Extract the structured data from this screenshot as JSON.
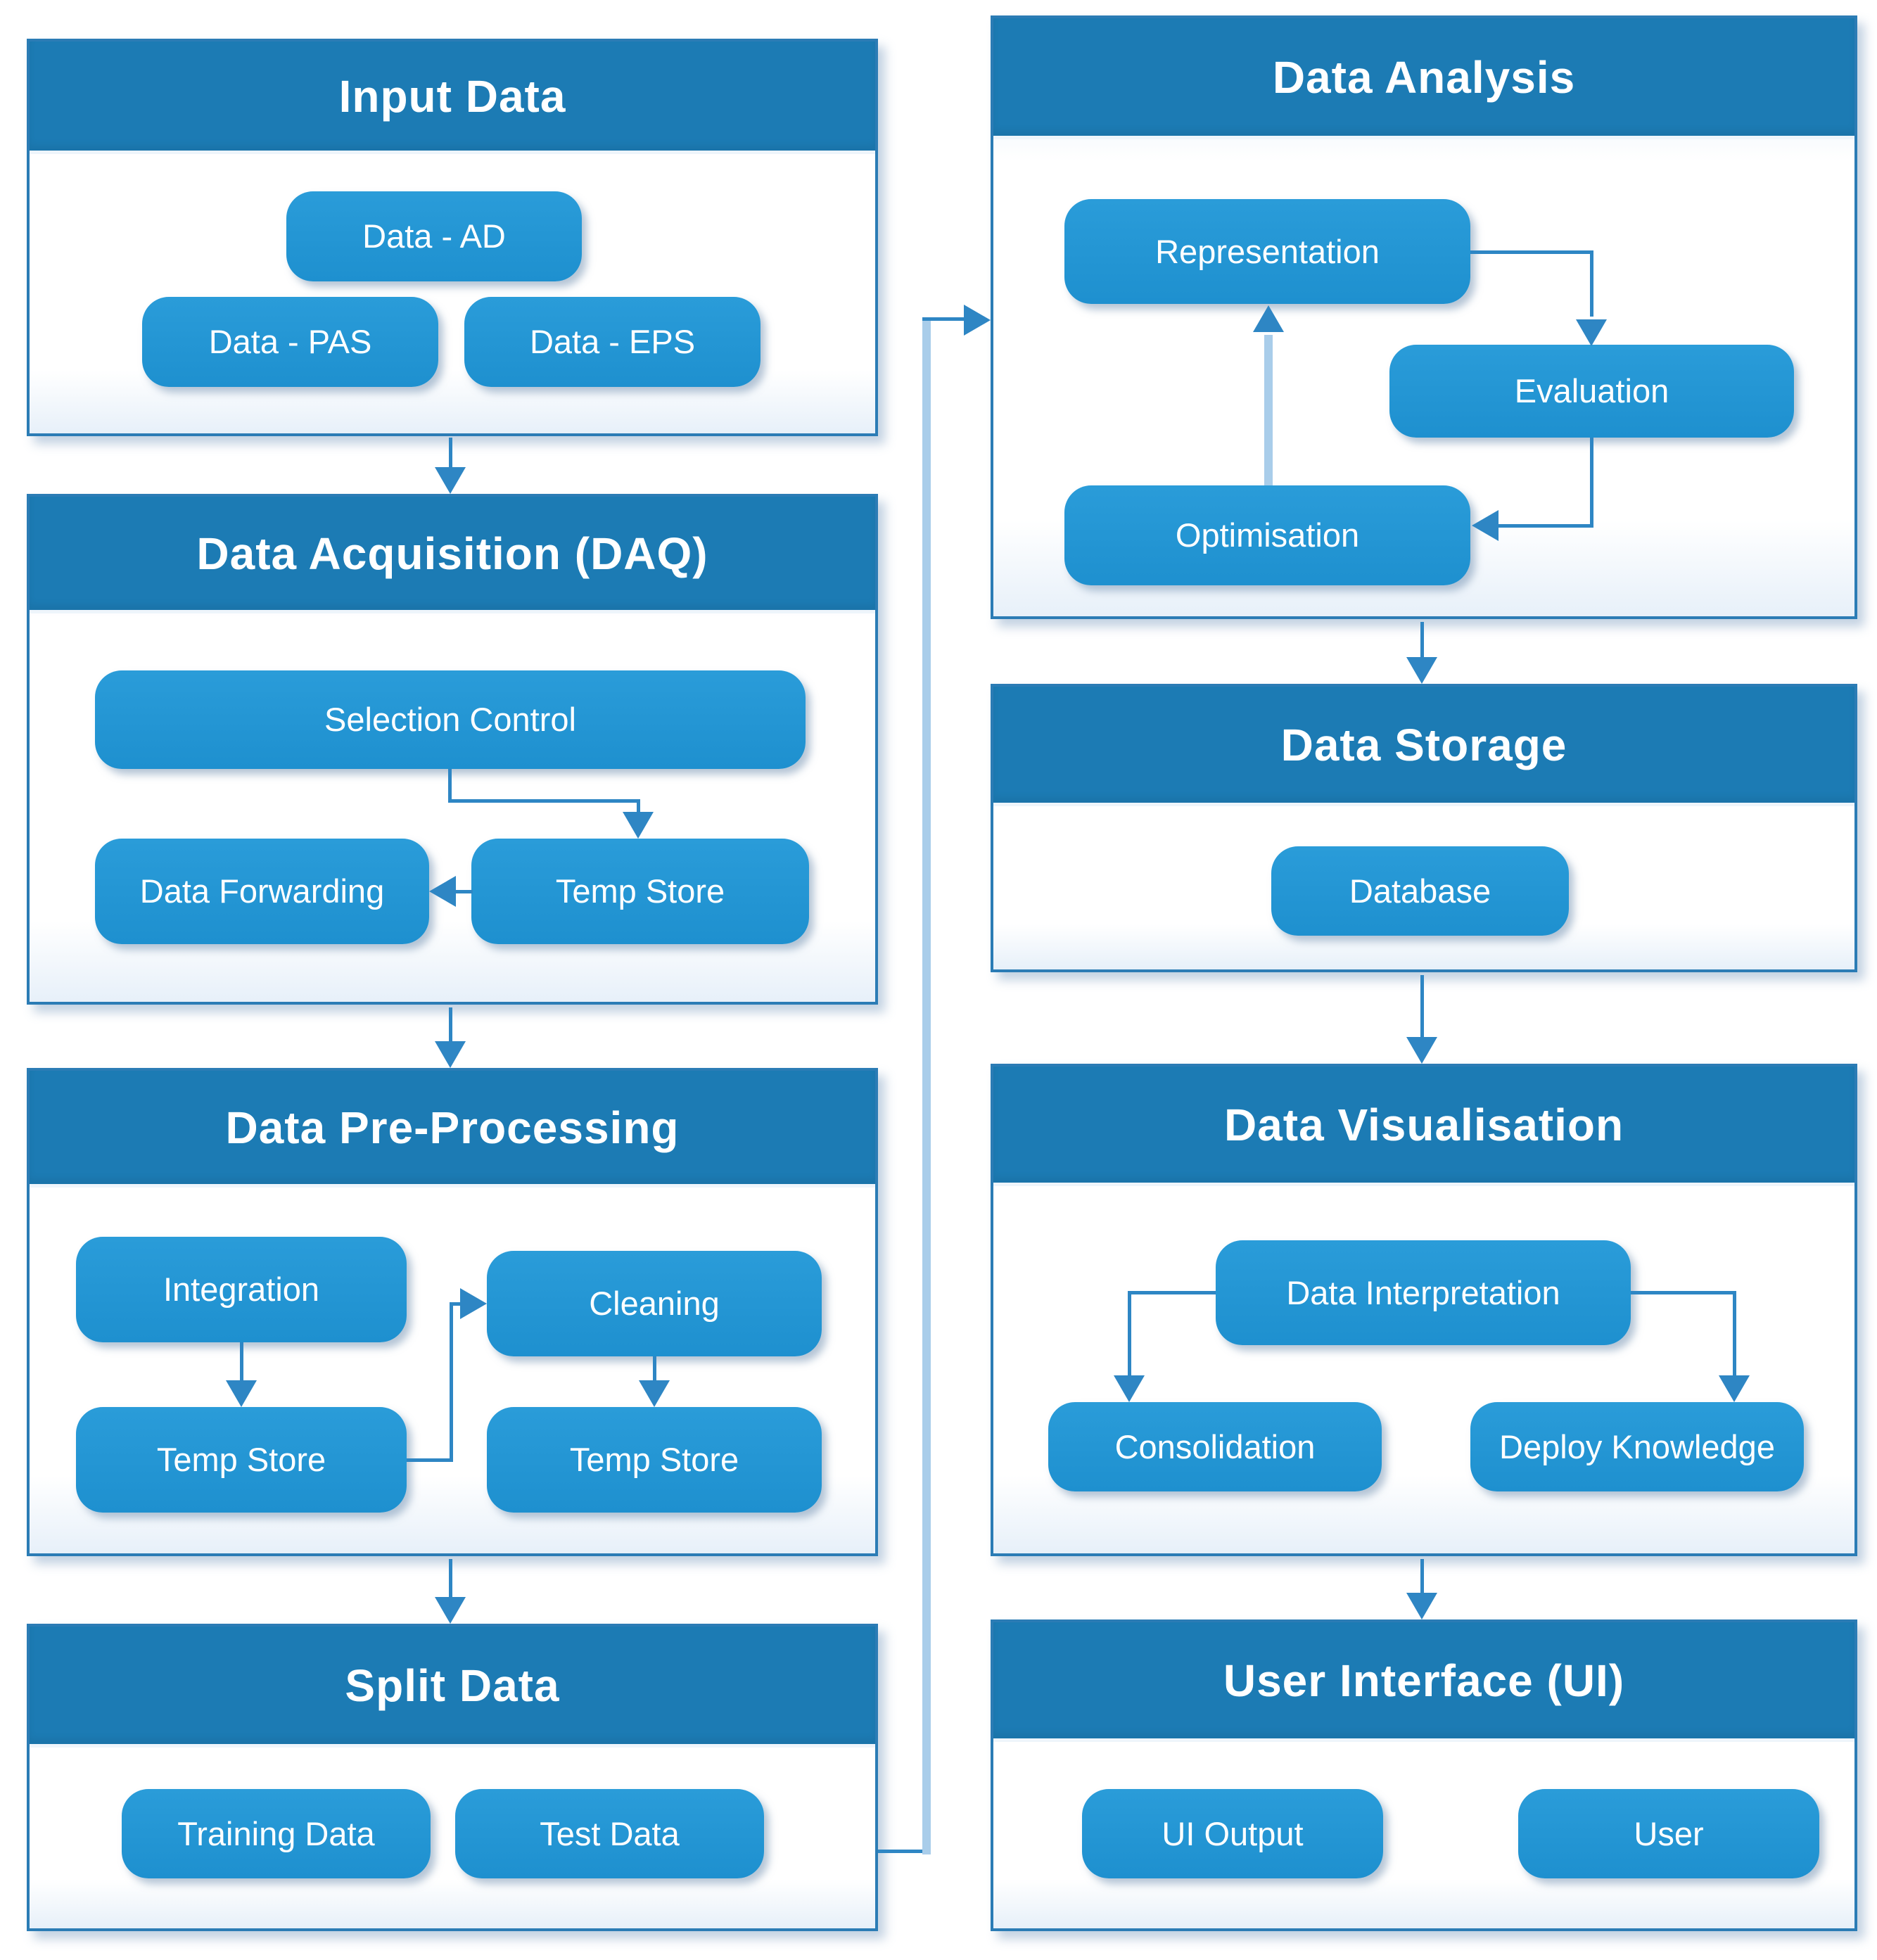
{
  "diagram": {
    "panels": {
      "input_data": {
        "title": "Input Data",
        "nodes": {
          "ad": "Data - AD",
          "pas": "Data - PAS",
          "eps": "Data - EPS"
        }
      },
      "daq": {
        "title": "Data Acquisition (DAQ)",
        "nodes": {
          "selection_control": "Selection Control",
          "temp_store": "Temp Store",
          "data_forwarding": "Data Forwarding"
        }
      },
      "pre_processing": {
        "title": "Data Pre-Processing",
        "nodes": {
          "integration": "Integration",
          "cleaning": "Cleaning",
          "temp_store_left": "Temp Store",
          "temp_store_right": "Temp Store"
        }
      },
      "split_data": {
        "title": "Split Data",
        "nodes": {
          "training_data": "Training Data",
          "test_data": "Test Data"
        }
      },
      "data_analysis": {
        "title": "Data Analysis",
        "nodes": {
          "representation": "Representation",
          "evaluation": "Evaluation",
          "optimisation": "Optimisation"
        }
      },
      "data_storage": {
        "title": "Data Storage",
        "nodes": {
          "database": "Database"
        }
      },
      "data_visualisation": {
        "title": "Data Visualisation",
        "nodes": {
          "data_interpretation": "Data Interpretation",
          "consolidation": "Consolidation",
          "deploy_knowledge": "Deploy Knowledge"
        }
      },
      "user_interface": {
        "title": "User Interface (UI)",
        "nodes": {
          "ui_output": "UI Output",
          "user": "User"
        }
      }
    },
    "colors": {
      "panel_header": "#1c7bb4",
      "panel_border": "#2b7cb5",
      "node_fill": "#2196d3",
      "connector": "#2e86c4",
      "long_connector_band": "#a9cdea",
      "text": "#ffffff"
    }
  }
}
